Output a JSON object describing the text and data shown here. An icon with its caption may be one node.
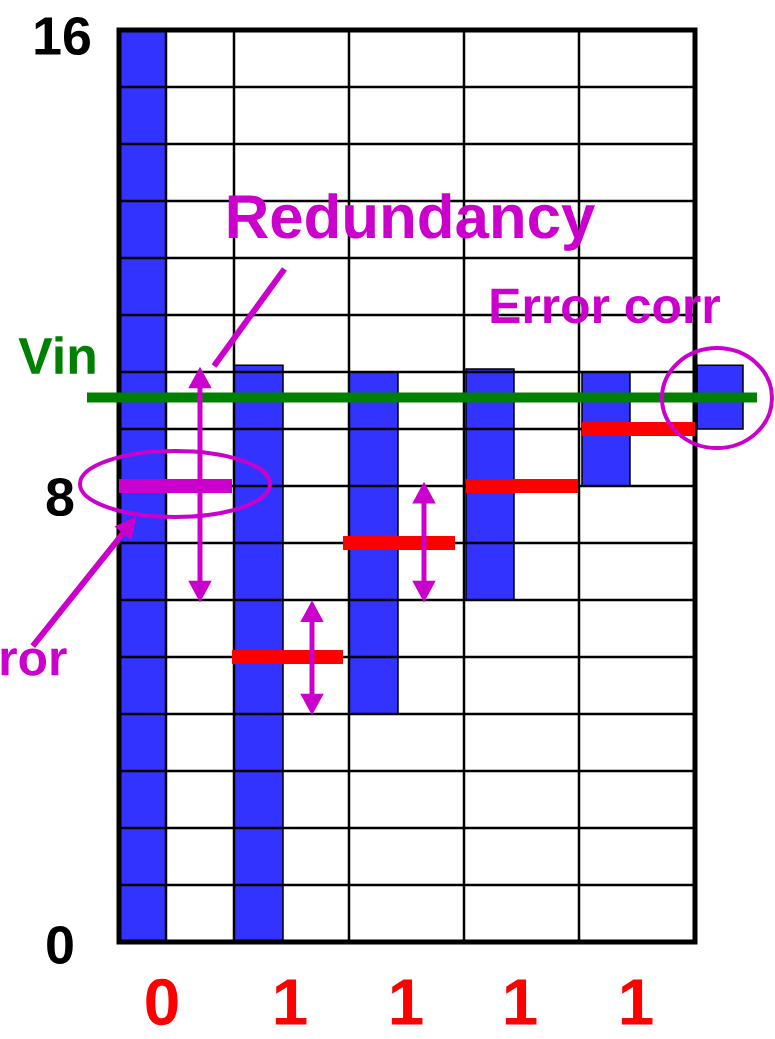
{
  "diagram": {
    "nodes": [
      {
        "text": [
          "Redundancy"
        ]
      },
      {
        "text": [
          "Error corr"
        ]
      },
      {
        "text": [],
        "shape": "circle"
      },
      {
        "text": [],
        "shape": "circle"
      },
      {
        "text": [
          "ror"
        ]
      }
    ],
    "edges": [
      {
        "from": 0,
        "to": null,
        "arrow": "none"
      },
      {
        "from": 4,
        "to": 3,
        "arrow": "to"
      }
    ],
    "labels": [
      "16",
      "8",
      "0",
      "Vin",
      "0",
      "1",
      "1",
      "1",
      "1"
    ]
  }
}
